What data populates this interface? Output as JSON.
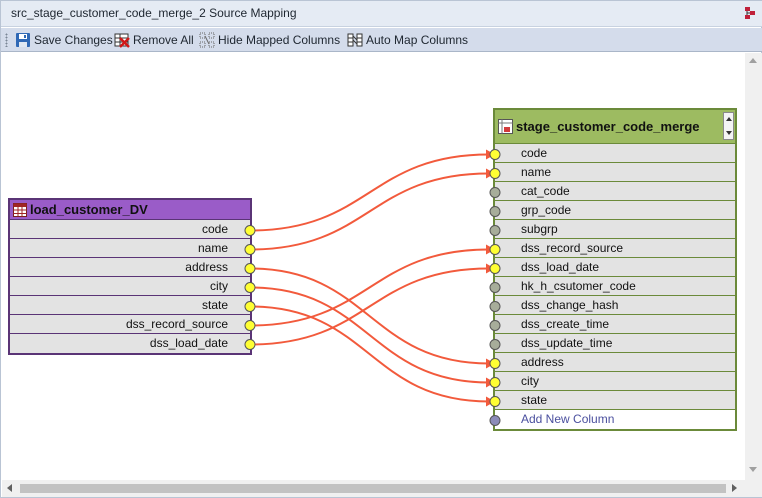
{
  "window": {
    "title": "src_stage_customer_code_merge_2 Source Mapping",
    "pin_icon": "pin-icon"
  },
  "toolbar": {
    "save_label": "Save Changes",
    "remove_label": "Remove All",
    "hide_label": "Hide Mapped Columns",
    "automap_label": "Auto Map Columns"
  },
  "source_table": {
    "name": "load_customer_DV",
    "header_color": "#9a5cc8",
    "columns": [
      "code",
      "name",
      "address",
      "city",
      "state",
      "dss_record_source",
      "dss_load_date"
    ]
  },
  "target_table": {
    "name": "stage_customer_code_merge",
    "header_color": "#9dbb61",
    "columns": [
      "code",
      "name",
      "cat_code",
      "grp_code",
      "subgrp",
      "dss_record_source",
      "dss_load_date",
      "hk_h_csutomer_code",
      "dss_change_hash",
      "dss_create_time",
      "dss_update_time",
      "address",
      "city",
      "state"
    ],
    "mapped": [
      true,
      true,
      false,
      false,
      false,
      true,
      true,
      false,
      false,
      false,
      false,
      true,
      true,
      true
    ],
    "add_new_column_label": "Add New Column"
  },
  "mappings": [
    {
      "from": "code",
      "to": "code"
    },
    {
      "from": "name",
      "to": "name"
    },
    {
      "from": "address",
      "to": "address"
    },
    {
      "from": "city",
      "to": "city"
    },
    {
      "from": "state",
      "to": "state"
    },
    {
      "from": "dss_record_source",
      "to": "dss_record_source"
    },
    {
      "from": "dss_load_date",
      "to": "dss_load_date"
    }
  ],
  "colors": {
    "mapping_line": "#f25a3c",
    "mapped_dot": "#ffff33",
    "unmapped_dot": "#a7ad9a",
    "add_dot": "#8c8cb8"
  }
}
